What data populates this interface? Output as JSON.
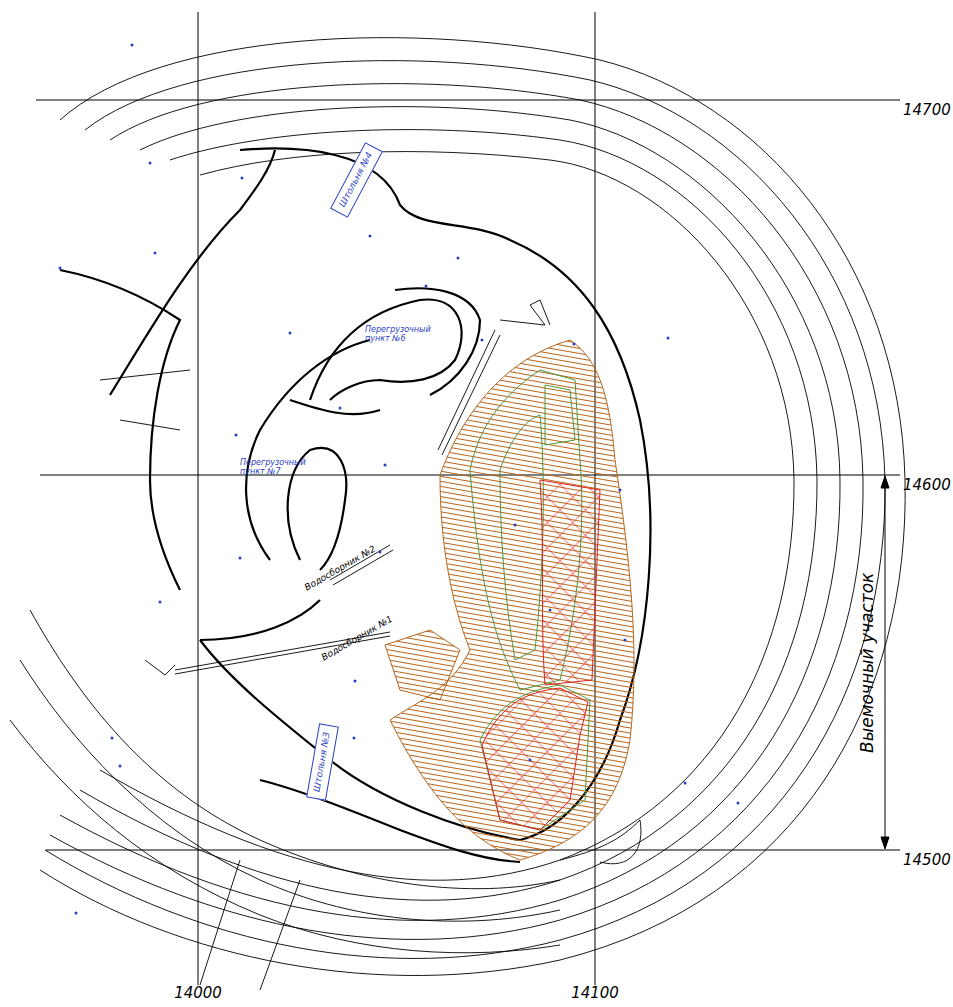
{
  "diagram": {
    "nodes": [
      {
        "text": [
          "Штольня №4"
        ]
      },
      {
        "text": [
          "Штольня №3"
        ]
      }
    ],
    "labels": [
      "14700",
      "14600",
      "14500",
      "14000",
      "14100",
      "Выемочный участок",
      "Перегрузочный пункт №6",
      "Перегрузочный пункт №7",
      "Водосборник №2",
      "Водосборник №1"
    ]
  }
}
